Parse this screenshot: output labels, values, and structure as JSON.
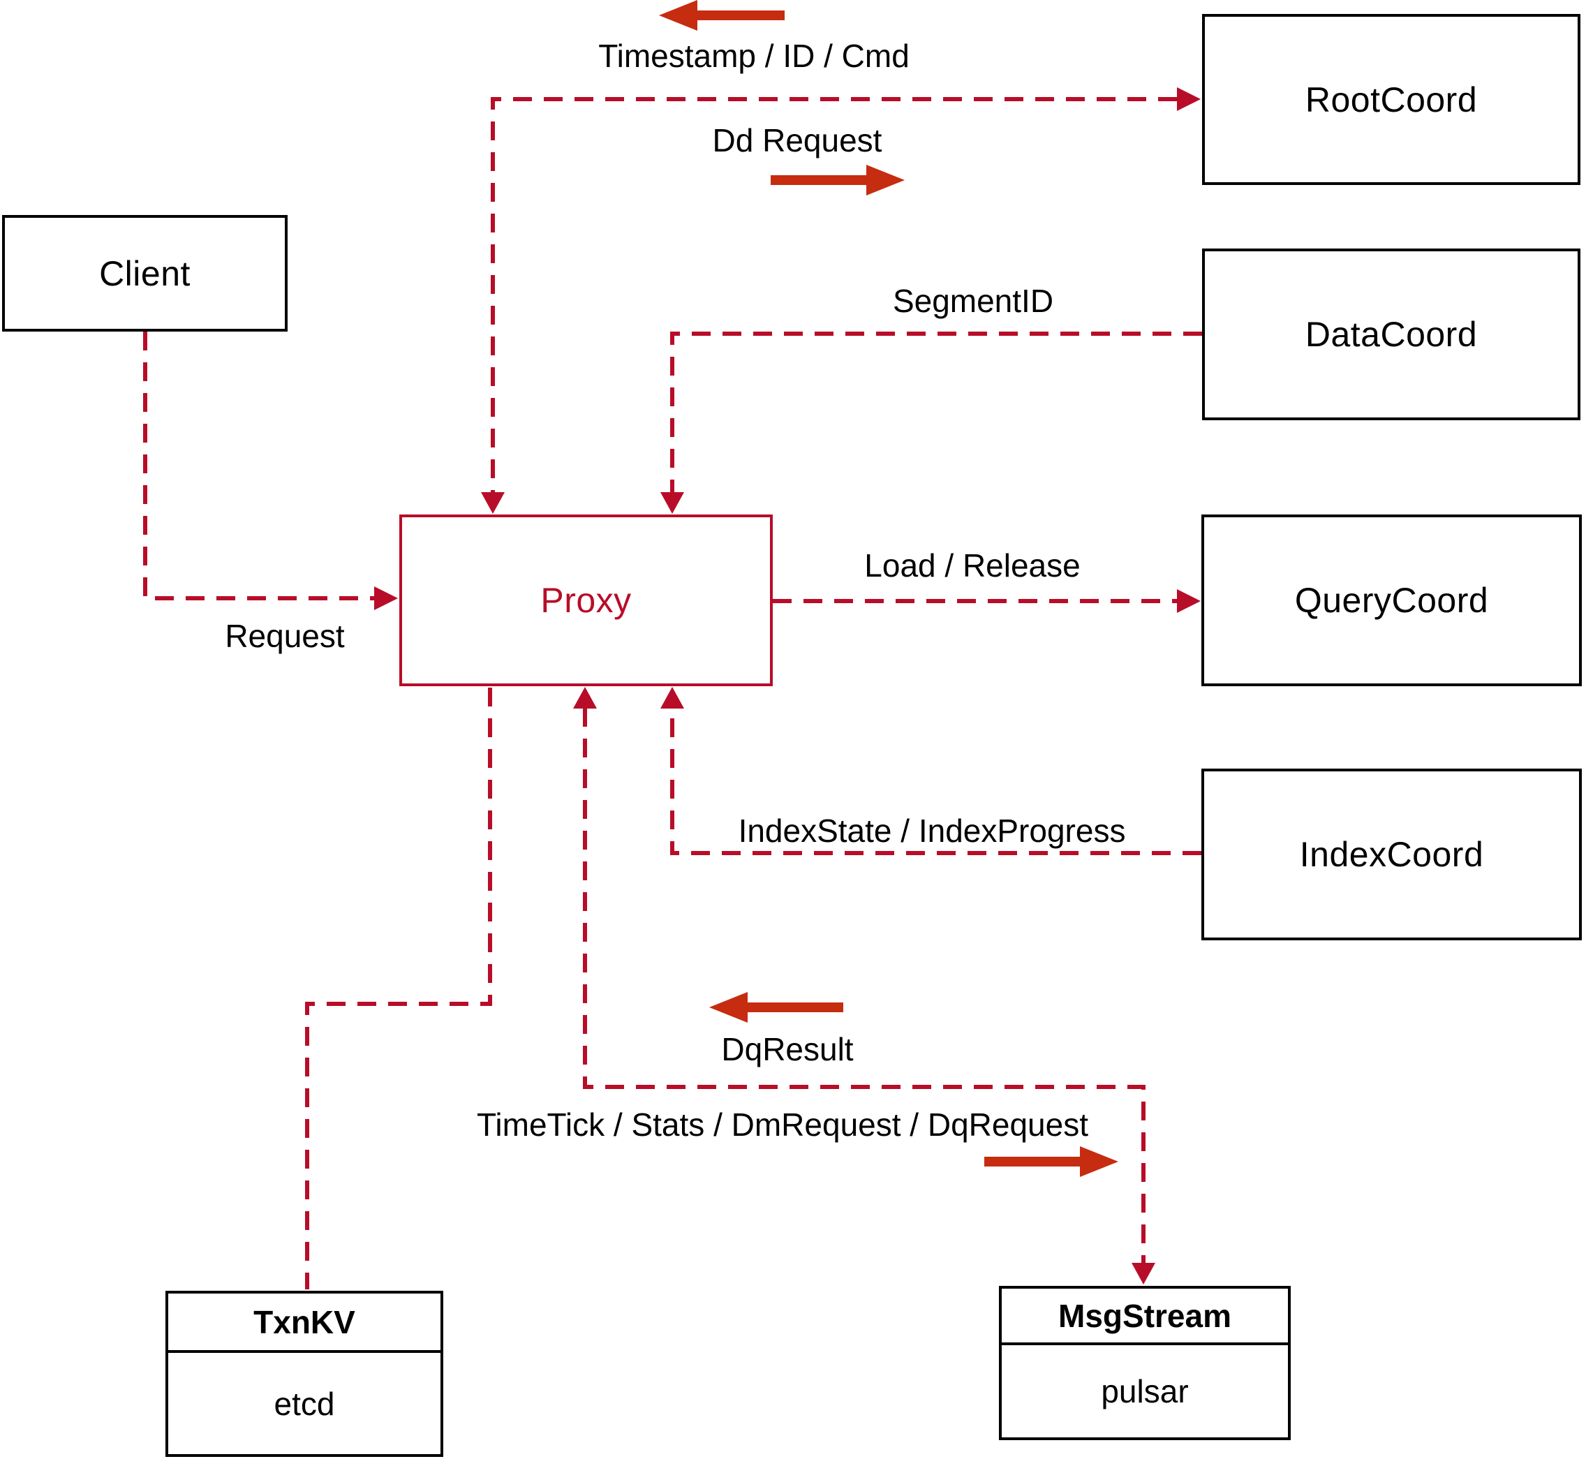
{
  "colors": {
    "crimson": "#b80d28",
    "arrow_red": "#c62c10",
    "box_border": "#000000",
    "text": "#000000",
    "background": "#ffffff"
  },
  "nodes": {
    "client": {
      "label": "Client"
    },
    "root_coord": {
      "label": "RootCoord"
    },
    "data_coord": {
      "label": "DataCoord"
    },
    "query_coord": {
      "label": "QueryCoord"
    },
    "index_coord": {
      "label": "IndexCoord"
    },
    "proxy": {
      "label": "Proxy"
    },
    "txn_kv": {
      "title": "TxnKV",
      "body": "etcd"
    },
    "msg_stream": {
      "title": "MsgStream",
      "body": "pulsar"
    }
  },
  "edge_labels": {
    "timestamp_id_cmd": "Timestamp / ID / Cmd",
    "dd_request": "Dd Request",
    "segment_id": "SegmentID",
    "request": "Request",
    "load_release": "Load / Release",
    "index_state_progress": "IndexState / IndexProgress",
    "dq_result": "DqResult",
    "timetick_stats": "TimeTick / Stats / DmRequest / DqRequest"
  }
}
